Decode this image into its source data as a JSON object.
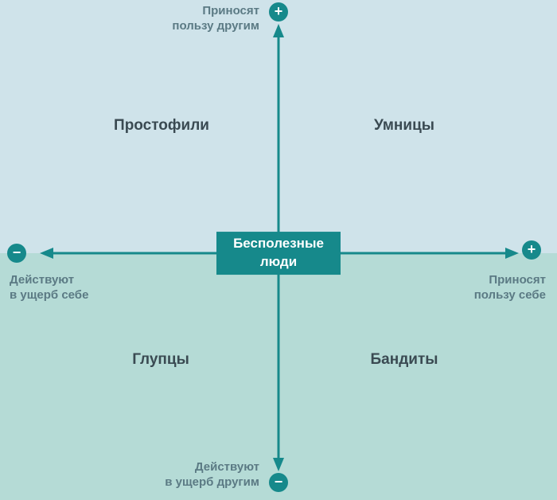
{
  "diagram": {
    "center": {
      "label": "Бесполезные\nлюди"
    },
    "quadrants": {
      "top_left": "Простофили",
      "top_right": "Умницы",
      "bottom_left": "Глупцы",
      "bottom_right": "Бандиты"
    },
    "axis_labels": {
      "top": "Приносят\nпользу другим",
      "bottom": "Действуют\nв ущерб другим",
      "left": "Действуют\nв ущерб себе",
      "right": "Приносят\nпользу себе"
    },
    "signs": {
      "plus": "+",
      "minus": "−"
    },
    "colors": {
      "accent": "#16898b",
      "bg_top": "#cfe3ea",
      "bg_bottom": "#b5dbd6",
      "quadrant_text": "#3a4a52",
      "axis_text": "#5b7a84"
    }
  }
}
